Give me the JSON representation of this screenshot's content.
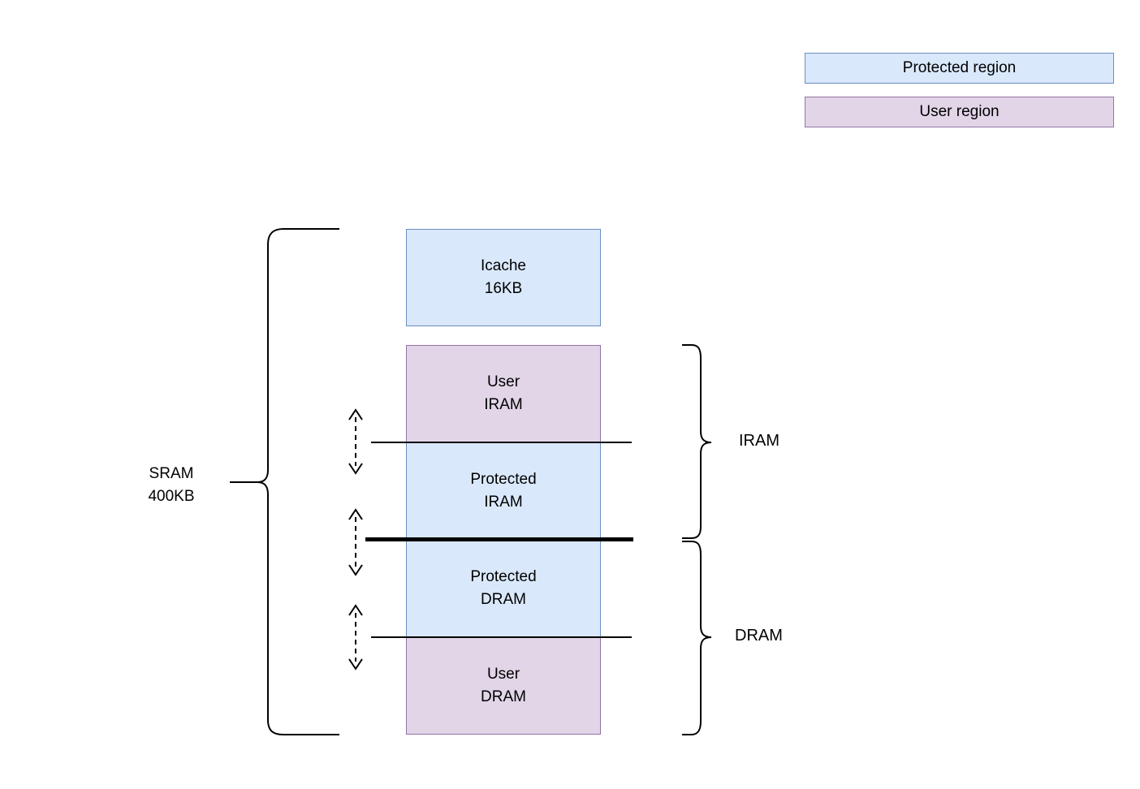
{
  "legend": {
    "protected_label": "Protected region",
    "user_label": "User region"
  },
  "boxes": {
    "icache": {
      "line1": "Icache",
      "line2": "16KB"
    },
    "user_iram": {
      "line1": "User",
      "line2": "IRAM"
    },
    "protected_iram": {
      "line1": "Protected",
      "line2": "IRAM"
    },
    "protected_dram": {
      "line1": "Protected",
      "line2": "DRAM"
    },
    "user_dram": {
      "line1": "User",
      "line2": "DRAM"
    }
  },
  "labels": {
    "sram_line1": "SRAM",
    "sram_line2": "400KB",
    "iram": "IRAM",
    "dram": "DRAM"
  },
  "colors": {
    "background": "#ffffff",
    "protected_fill": "#dae8fc",
    "protected_border": "#6c8ebf",
    "user_fill": "#e1d5e7",
    "user_border": "#9673a6",
    "line": "#000000"
  }
}
